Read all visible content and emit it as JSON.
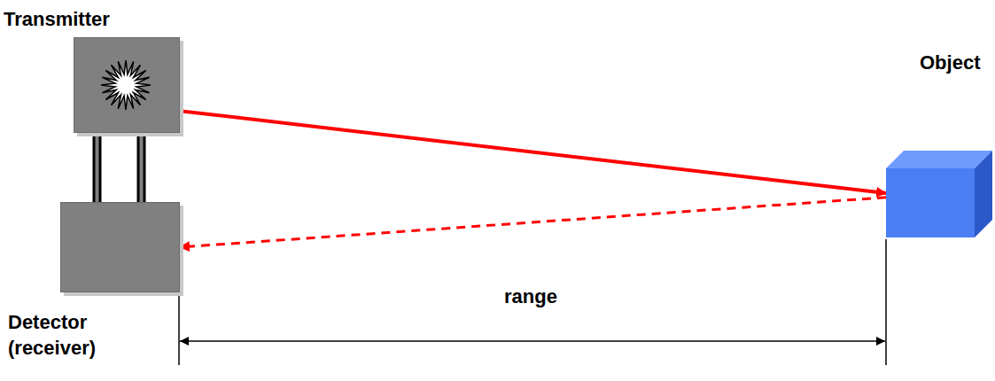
{
  "diagram": {
    "nodes": [
      {
        "text": [
          "Transmitter"
        ]
      },
      {
        "text": [
          "Detector (receiver)"
        ]
      },
      {
        "text": [
          "Object"
        ]
      }
    ],
    "edges": [
      {
        "from": 0,
        "to": 2,
        "arrow": "to"
      },
      {
        "from": 2,
        "to": 1,
        "arrow": "to"
      }
    ],
    "labels": [
      "range"
    ]
  }
}
